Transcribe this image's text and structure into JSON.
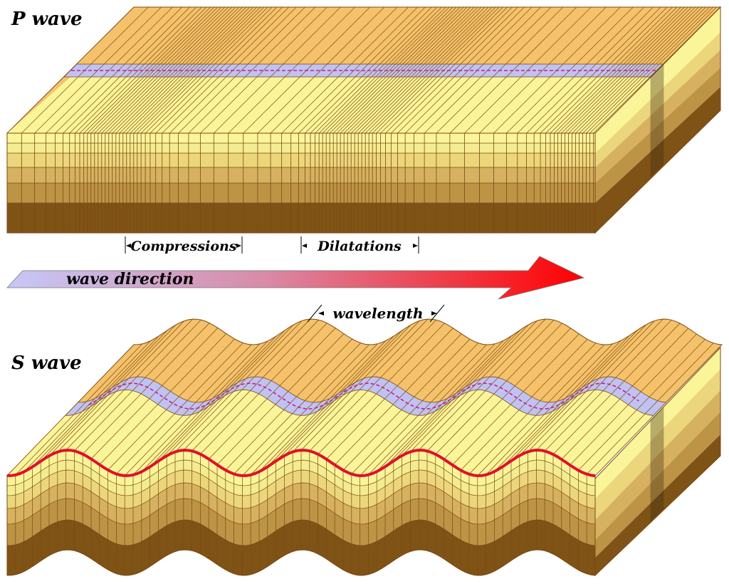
{
  "p_wave": {
    "title": "P wave",
    "compressions_label": "Compressions",
    "dilatations_label": "Dilatations"
  },
  "arrow": {
    "label": "wave direction"
  },
  "s_wave": {
    "title": "S wave",
    "wavelength_label": "wavelength"
  },
  "colors": {
    "surface": "#f5c26b",
    "stratum_1": "#fbf59a",
    "stratum_2": "#ecd67c",
    "stratum_3": "#d6b260",
    "stratum_4": "#bd9446",
    "stratum_5": "#9e7530",
    "stratum_6": "#7f5316",
    "marker_layer": "#c0c2f4",
    "marker_line": "#d01a8a",
    "wave_line": "#e0102a",
    "arrow_start": "#c6c8f8",
    "arrow_end": "#ff0000",
    "outline": "#7a4a14"
  }
}
